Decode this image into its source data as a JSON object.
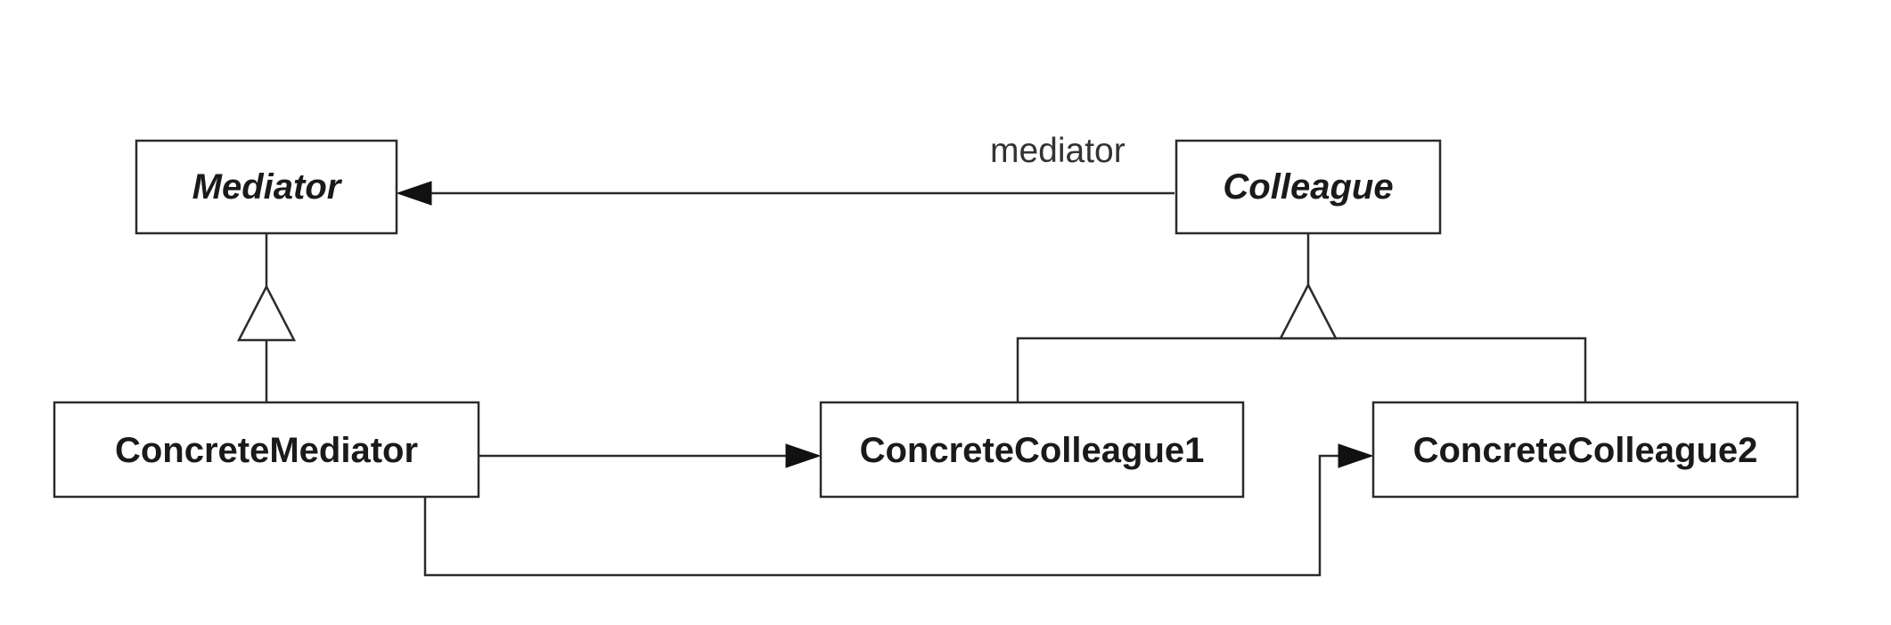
{
  "classes": {
    "mediator": "Mediator",
    "colleague": "Colleague",
    "concrete_mediator": "ConcreteMediator",
    "concrete_colleague1": "ConcreteColleague1",
    "concrete_colleague2": "ConcreteColleague2"
  },
  "associations": {
    "colleague_to_mediator_role": "mediator"
  },
  "colors": {
    "stroke": "#2b2b2b",
    "arrow_fill": "#111111",
    "background": "#ffffff"
  }
}
